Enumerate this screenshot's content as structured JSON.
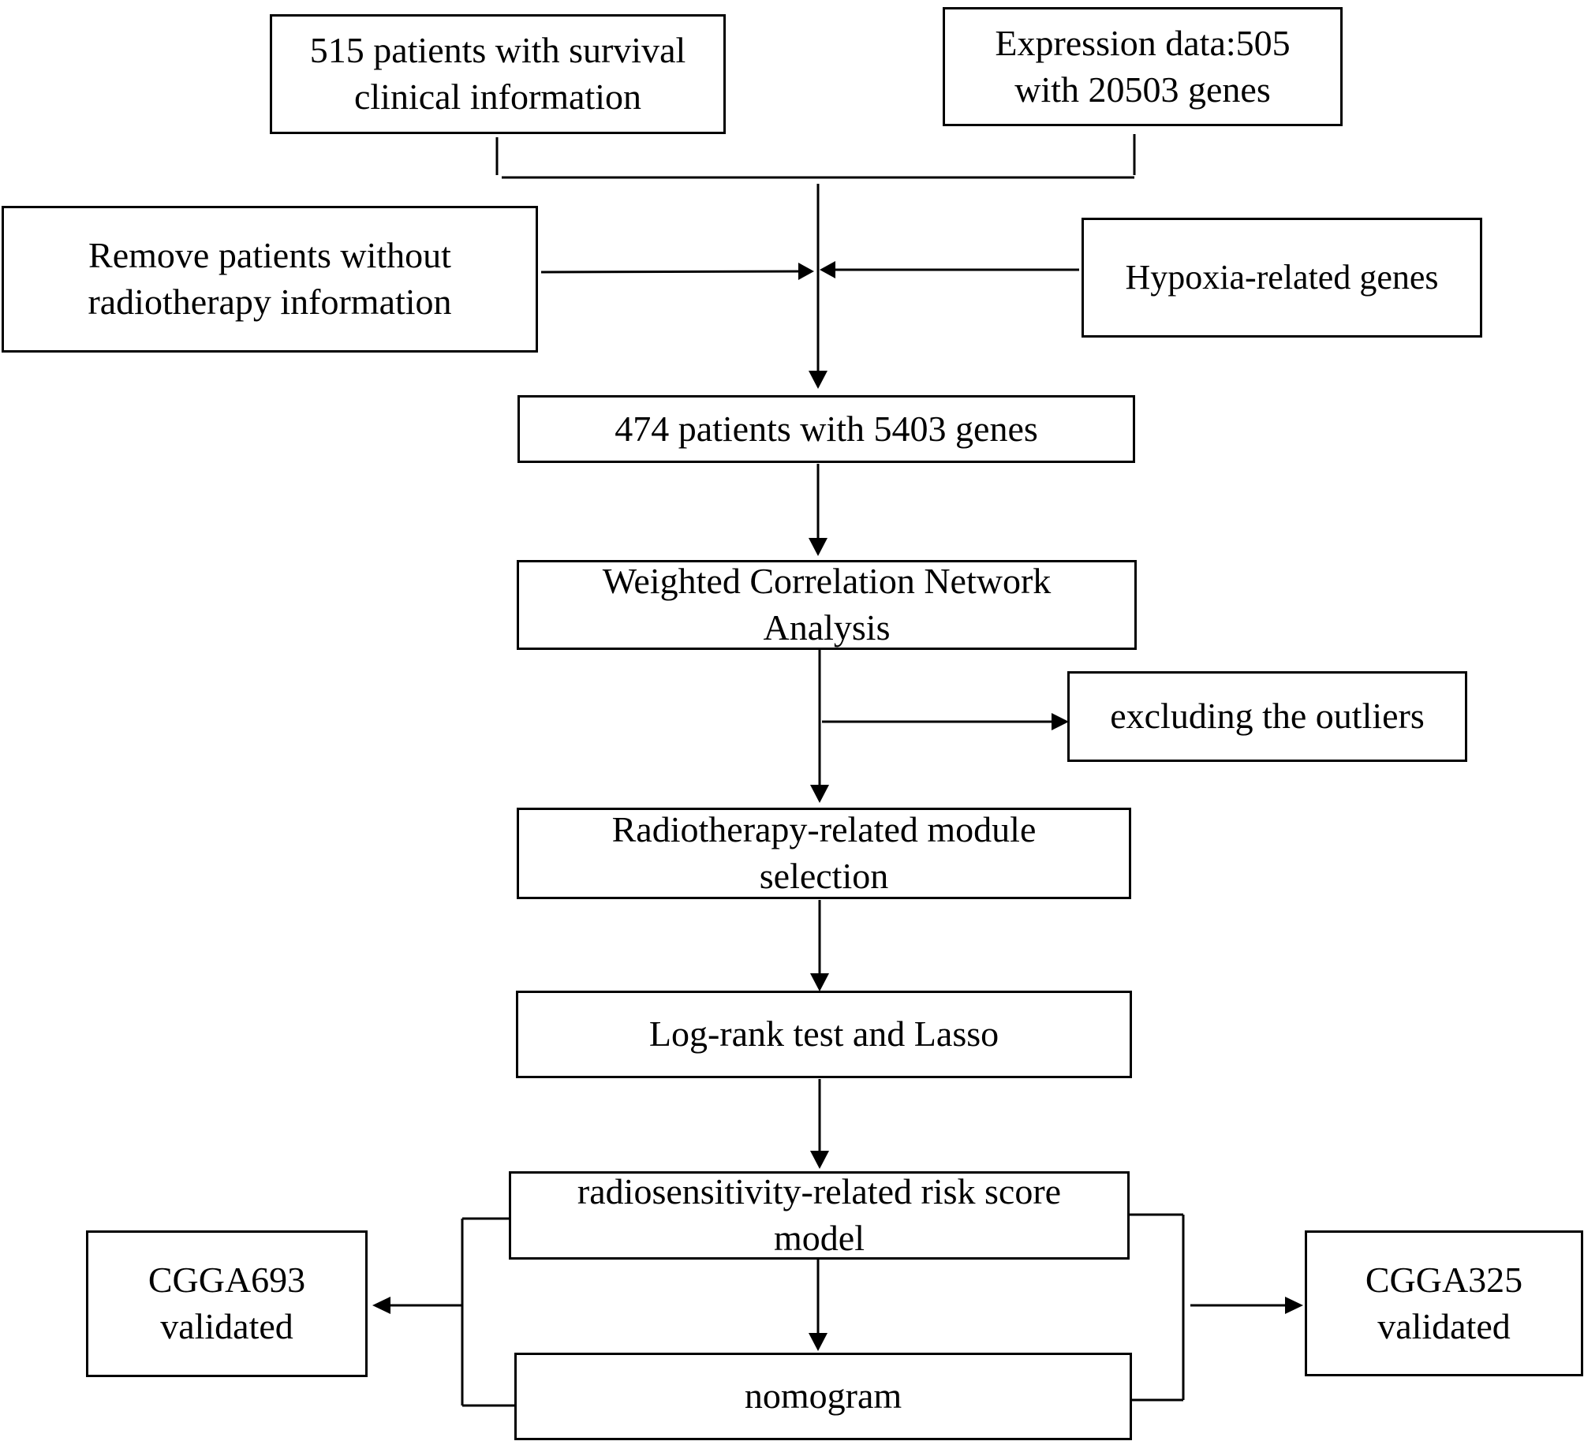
{
  "boxes": {
    "patients_clinical": [
      "515 patients with survival",
      "clinical information"
    ],
    "expression_data": [
      "Expression data:505",
      "with 20503 genes"
    ],
    "remove_patients": [
      "Remove patients without",
      "radiotherapy information"
    ],
    "hypoxia_genes": [
      "Hypoxia-related genes"
    ],
    "patients_genes": [
      "474 patients with 5403 genes"
    ],
    "wgcna": [
      "Weighted Correlation Network",
      "Analysis"
    ],
    "excluding_outliers": [
      "excluding the outliers"
    ],
    "module_selection": [
      "Radiotherapy-related module",
      "selection"
    ],
    "logrank_lasso": [
      "Log-rank test and Lasso"
    ],
    "risk_score_model": [
      "radiosensitivity-related risk score",
      "model"
    ],
    "cgga693": [
      "CGGA693",
      "validated"
    ],
    "cgga325": [
      "CGGA325",
      "validated"
    ],
    "nomogram": [
      "nomogram"
    ]
  }
}
